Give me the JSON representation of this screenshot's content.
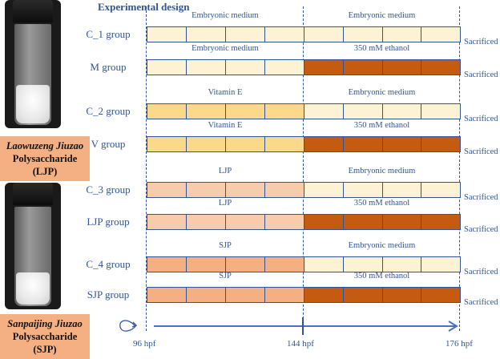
{
  "title": "Experimental design",
  "colors": {
    "embryonic": "#fdf2d4",
    "ethanol": "#c55a11",
    "vitamin_e": "#fbd98a",
    "ljp": "#f8cbad",
    "sjp": "#f4b083",
    "blue": "#2f5597"
  },
  "products": [
    {
      "name_italic": "Laowuzeng Jiuzao",
      "line2": "Polysaccharide",
      "line3": "(LJP)"
    },
    {
      "name_italic": "Sanpaijing Jiuzao",
      "line2": "Polysaccharide",
      "line3": "(SJP)"
    }
  ],
  "groups": [
    {
      "name": "C_1 group",
      "first": "Embryonic medium",
      "second": "Embryonic medium",
      "first_color": "embryonic",
      "second_color": "embryonic",
      "end": "Sacrificed"
    },
    {
      "name": "M group",
      "first": "Embryonic medium",
      "second": "350 mM ethanol",
      "first_color": "embryonic",
      "second_color": "ethanol",
      "end": "Sacrificed"
    },
    {
      "name": "C_2 group",
      "first": "Vitamin E",
      "second": "Embryonic medium",
      "first_color": "vitamin_e",
      "second_color": "embryonic",
      "end": "Sacrificed"
    },
    {
      "name": "V group",
      "first": "Vitamin E",
      "second": "350 mM ethanol",
      "first_color": "vitamin_e",
      "second_color": "ethanol",
      "end": "Sacrificed"
    },
    {
      "name": "C_3 group",
      "first": "LJP",
      "second": "Embryonic medium",
      "first_color": "ljp",
      "second_color": "embryonic",
      "end": "Sacrificed"
    },
    {
      "name": "LJP group",
      "first": "LJP",
      "second": "350 mM ethanol",
      "first_color": "ljp",
      "second_color": "ethanol",
      "end": "Sacrificed"
    },
    {
      "name": "C_4 group",
      "first": "SJP",
      "second": "Embryonic medium",
      "first_color": "sjp",
      "second_color": "embryonic",
      "end": "Sacrificed"
    },
    {
      "name": "SJP group",
      "first": "SJP",
      "second": "350 mM ethanol",
      "first_color": "sjp",
      "second_color": "ethanol",
      "end": "Sacrificed"
    }
  ],
  "timeline": {
    "ticks": [
      "96 hpf",
      "144 hpf",
      "176 hpf"
    ]
  }
}
